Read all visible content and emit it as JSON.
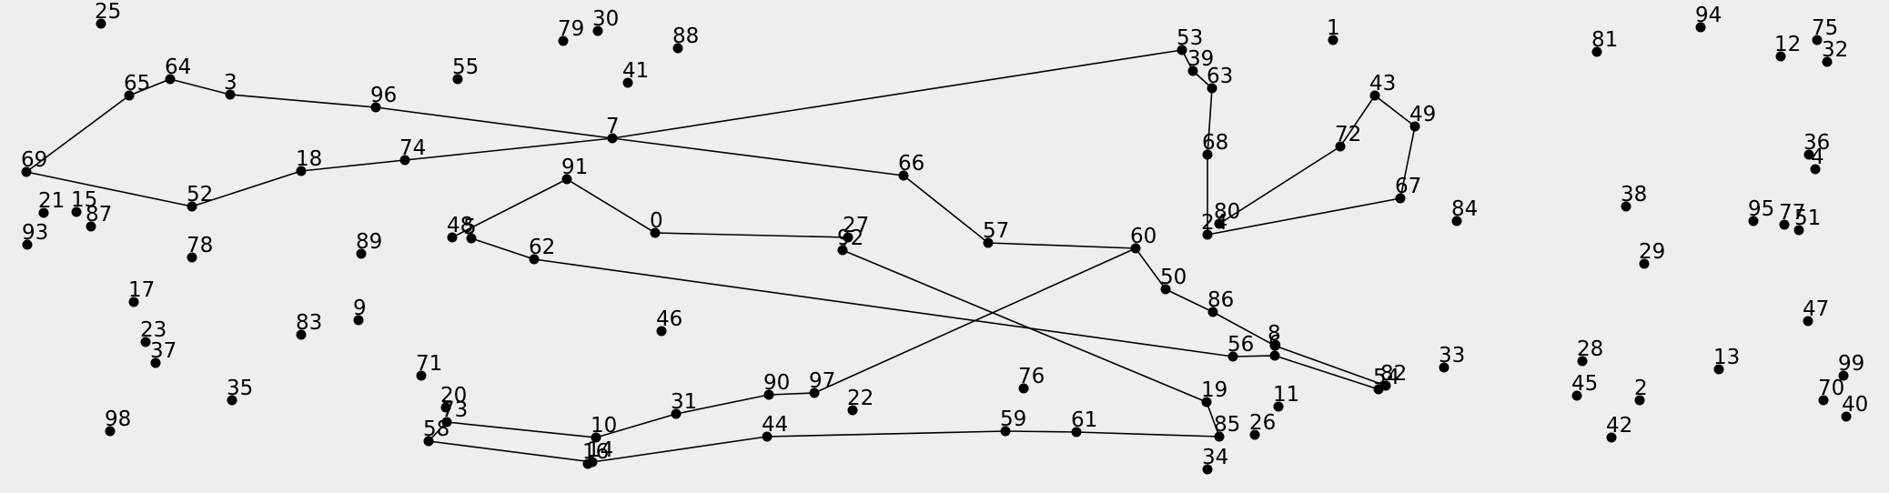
{
  "colors": {
    "background": "#eeeeee",
    "ink": "#000000"
  },
  "nodes": [
    {
      "id": "0"
    },
    {
      "id": "1"
    },
    {
      "id": "2"
    },
    {
      "id": "3"
    },
    {
      "id": "4"
    },
    {
      "id": "5"
    },
    {
      "id": "6"
    },
    {
      "id": "7"
    },
    {
      "id": "8"
    },
    {
      "id": "9"
    },
    {
      "id": "10"
    },
    {
      "id": "11"
    },
    {
      "id": "12"
    },
    {
      "id": "13"
    },
    {
      "id": "14"
    },
    {
      "id": "15"
    },
    {
      "id": "16"
    },
    {
      "id": "17"
    },
    {
      "id": "18"
    },
    {
      "id": "19"
    },
    {
      "id": "20"
    },
    {
      "id": "21"
    },
    {
      "id": "22"
    },
    {
      "id": "23"
    },
    {
      "id": "24"
    },
    {
      "id": "25"
    },
    {
      "id": "26"
    },
    {
      "id": "27"
    },
    {
      "id": "28"
    },
    {
      "id": "29"
    },
    {
      "id": "30"
    },
    {
      "id": "31"
    },
    {
      "id": "32"
    },
    {
      "id": "33"
    },
    {
      "id": "34"
    },
    {
      "id": "35"
    },
    {
      "id": "36"
    },
    {
      "id": "37"
    },
    {
      "id": "38"
    },
    {
      "id": "39"
    },
    {
      "id": "40"
    },
    {
      "id": "41"
    },
    {
      "id": "42"
    },
    {
      "id": "43"
    },
    {
      "id": "44"
    },
    {
      "id": "45"
    },
    {
      "id": "46"
    },
    {
      "id": "47"
    },
    {
      "id": "48"
    },
    {
      "id": "49"
    },
    {
      "id": "50"
    },
    {
      "id": "51"
    },
    {
      "id": "52"
    },
    {
      "id": "53"
    },
    {
      "id": "54"
    },
    {
      "id": "55"
    },
    {
      "id": "56"
    },
    {
      "id": "57"
    },
    {
      "id": "58"
    },
    {
      "id": "59"
    },
    {
      "id": "60"
    },
    {
      "id": "61"
    },
    {
      "id": "62"
    },
    {
      "id": "63"
    },
    {
      "id": "64"
    },
    {
      "id": "65"
    },
    {
      "id": "66"
    },
    {
      "id": "67"
    },
    {
      "id": "68"
    },
    {
      "id": "69"
    },
    {
      "id": "70"
    },
    {
      "id": "71"
    },
    {
      "id": "72"
    },
    {
      "id": "73"
    },
    {
      "id": "74"
    },
    {
      "id": "75"
    },
    {
      "id": "76"
    },
    {
      "id": "77"
    },
    {
      "id": "78"
    },
    {
      "id": "79"
    },
    {
      "id": "80"
    },
    {
      "id": "81"
    },
    {
      "id": "82"
    },
    {
      "id": "83"
    },
    {
      "id": "84"
    },
    {
      "id": "85"
    },
    {
      "id": "86"
    },
    {
      "id": "87"
    },
    {
      "id": "88"
    },
    {
      "id": "89"
    },
    {
      "id": "90"
    },
    {
      "id": "91"
    },
    {
      "id": "92"
    },
    {
      "id": "93"
    },
    {
      "id": "94"
    },
    {
      "id": "95"
    },
    {
      "id": "96"
    },
    {
      "id": "97"
    },
    {
      "id": "98"
    },
    {
      "id": "99"
    }
  ],
  "edges": [
    [
      "69",
      "65"
    ],
    [
      "65",
      "64"
    ],
    [
      "64",
      "3"
    ],
    [
      "3",
      "96"
    ],
    [
      "96",
      "7"
    ],
    [
      "7",
      "66"
    ],
    [
      "66",
      "57"
    ],
    [
      "57",
      "60"
    ],
    [
      "60",
      "50"
    ],
    [
      "50",
      "86"
    ],
    [
      "86",
      "8"
    ],
    [
      "8",
      "82"
    ],
    [
      "69",
      "52"
    ],
    [
      "52",
      "18"
    ],
    [
      "18",
      "74"
    ],
    [
      "74",
      "7"
    ],
    [
      "7",
      "53"
    ],
    [
      "53",
      "39"
    ],
    [
      "39",
      "63"
    ],
    [
      "63",
      "68"
    ],
    [
      "68",
      "24"
    ],
    [
      "24",
      "67"
    ],
    [
      "67",
      "49"
    ],
    [
      "49",
      "43"
    ],
    [
      "43",
      "72"
    ],
    [
      "72",
      "80"
    ],
    [
      "48",
      "91"
    ],
    [
      "91",
      "0"
    ],
    [
      "0",
      "27"
    ],
    [
      "27",
      "92"
    ],
    [
      "92",
      "19"
    ],
    [
      "19",
      "85"
    ],
    [
      "85",
      "61"
    ],
    [
      "61",
      "59"
    ],
    [
      "59",
      "44"
    ],
    [
      "44",
      "14"
    ],
    [
      "14",
      "58"
    ],
    [
      "58",
      "73"
    ],
    [
      "73",
      "10"
    ],
    [
      "10",
      "31"
    ],
    [
      "31",
      "90"
    ],
    [
      "90",
      "97"
    ],
    [
      "97",
      "60"
    ],
    [
      "5",
      "62"
    ],
    [
      "62",
      "56"
    ],
    [
      "56",
      "6"
    ],
    [
      "6",
      "54"
    ]
  ]
}
